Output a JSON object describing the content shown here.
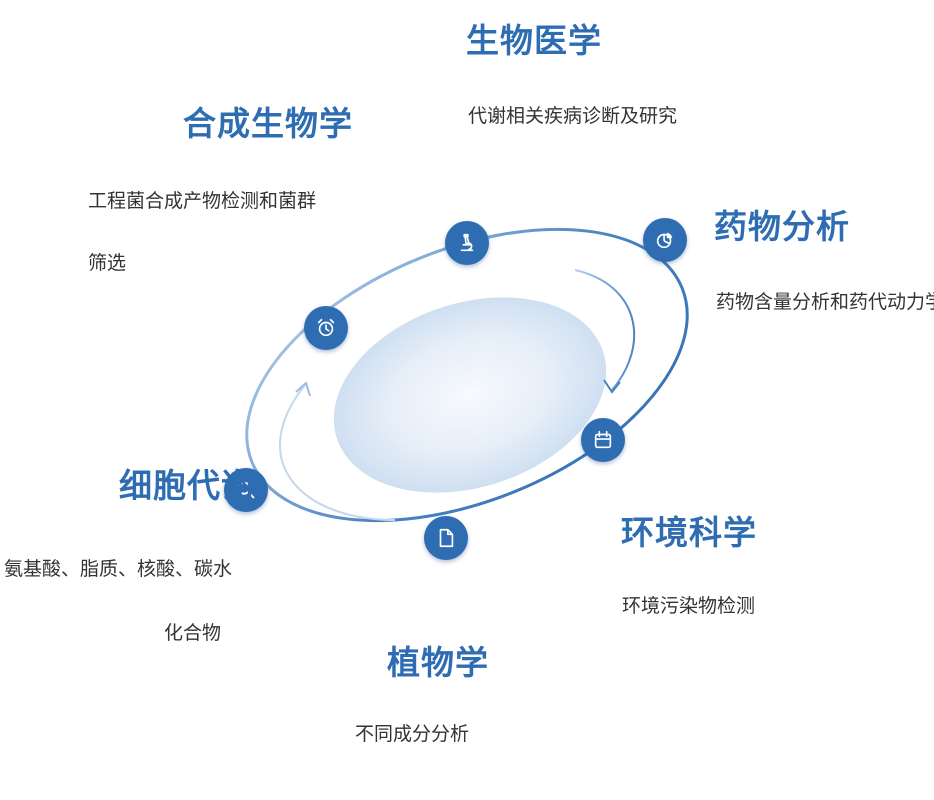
{
  "colors": {
    "accent": "#2f6db3",
    "ring": "#3a76bb",
    "ring_light": "#a9c6e8",
    "text": "#333333"
  },
  "categories": [
    {
      "id": "biomedicine",
      "icon": "microscope-icon",
      "title": "生物医学",
      "desc": [
        "代谢相关疾病诊断及研究"
      ]
    },
    {
      "id": "drug-analysis",
      "icon": "pie-chart-icon",
      "title": "药物分析",
      "desc": [
        "药物含量分析和药代动力学"
      ]
    },
    {
      "id": "environment",
      "icon": "calendar-icon",
      "title": "环境科学",
      "desc": [
        "环境污染物检测"
      ]
    },
    {
      "id": "plant",
      "icon": "document-icon",
      "title": "植物学",
      "desc": [
        "不同成分分析"
      ]
    },
    {
      "id": "metabolism",
      "icon": "search-icon",
      "title": "细胞代谢",
      "desc": [
        "氨基酸、脂质、核酸、碳水",
        "化合物"
      ]
    },
    {
      "id": "synthetic-bio",
      "icon": "alarm-clock-icon",
      "title": "合成生物学",
      "desc": [
        "工程菌合成产物检测和菌群",
        "筛选"
      ]
    }
  ]
}
